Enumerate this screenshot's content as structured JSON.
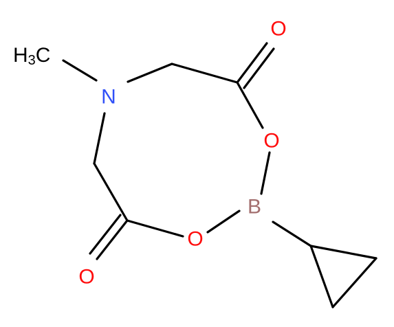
{
  "molecule": {
    "atoms": {
      "methyl_h": "H",
      "methyl_sub": "3",
      "methyl_c": "C",
      "nitrogen": "N",
      "oxygen_carbonyl_top": "O",
      "oxygen_ring_right": "O",
      "boron": "B",
      "oxygen_ring_bottom": "O",
      "oxygen_carbonyl_bottom": "O"
    },
    "colors": {
      "bond": "#000000",
      "carbon": "#000000",
      "nitrogen": "#3050F8",
      "oxygen": "#FF0D0D",
      "boron": "#A36F6F"
    }
  }
}
